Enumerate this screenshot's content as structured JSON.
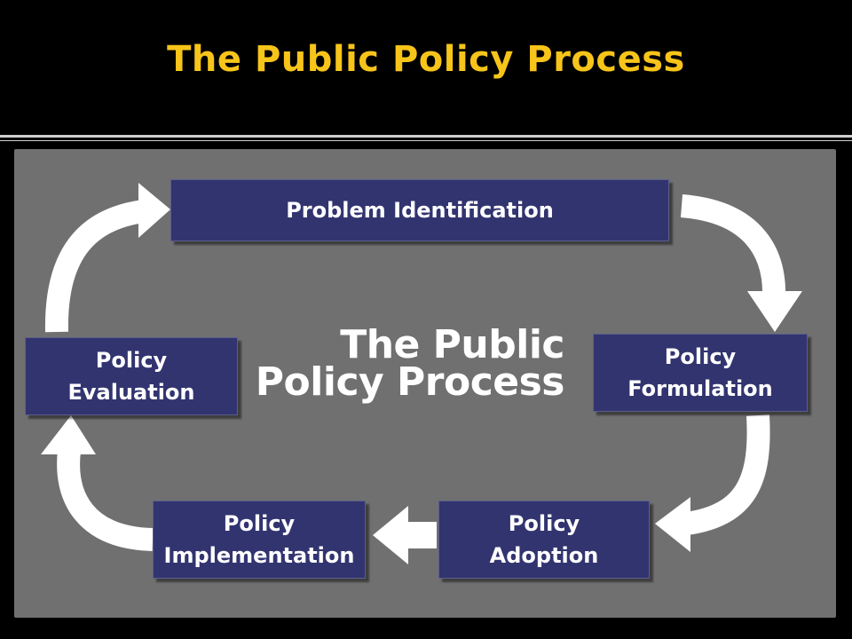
{
  "slide": {
    "title": "The Public Policy Process"
  },
  "diagram": {
    "center_title_line1": "The Public",
    "center_title_line2": "Policy Process",
    "steps": {
      "problem_identification": {
        "line1": "Problem Identification"
      },
      "policy_formulation": {
        "line1": "Policy",
        "line2": "Formulation"
      },
      "policy_adoption": {
        "line1": "Policy",
        "line2": "Adoption"
      },
      "policy_implementation": {
        "line1": "Policy",
        "line2": "Implementation"
      },
      "policy_evaluation": {
        "line1": "Policy",
        "line2": "Evaluation"
      }
    }
  },
  "colors": {
    "background": "#000000",
    "title": "#f7c41a",
    "panel": "#707070",
    "box": "#323470",
    "box_text": "#ffffff",
    "arrow": "#ffffff",
    "rule": "#cfcfcf"
  }
}
